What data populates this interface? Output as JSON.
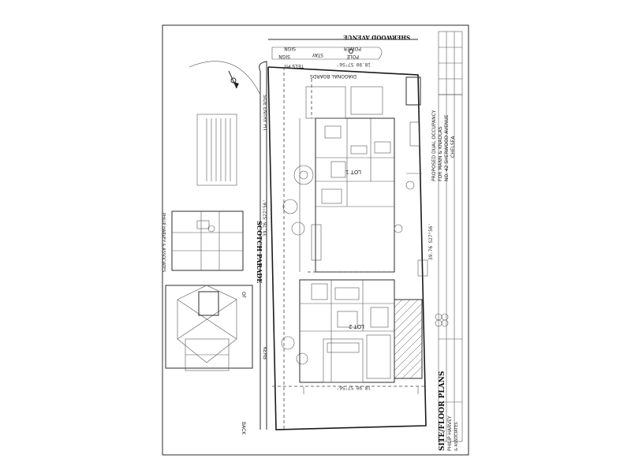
{
  "street_top": "SHERWOOD AVENUE",
  "street_left": "SCOTCH PARADE",
  "left_labels": {
    "kerb": "KERB",
    "of": "OF",
    "back": "BACK",
    "side_entry_pit": "SIDE ENTRY PIT"
  },
  "top_items": {
    "sign_1": "SIGN",
    "sign_2": "SIGN",
    "stay": "STAY",
    "power_pole": "POWER",
    "pole": "POLE",
    "telstra_pit": "TELS PIT",
    "diagonal_boards": "DIAGONAL BOARDS"
  },
  "dimensions": {
    "top": "18.90  S7°56'",
    "side": "39.76  S27°56'",
    "right_side": "39.76  S27°56'",
    "bottom": "18.90  S7°56'"
  },
  "lot_labels": {
    "lot_1": "LOT 1",
    "lot_2": "LOT 2"
  },
  "title_block": {
    "sheet_title": "SITE/FLOOR PLANS",
    "designer": "PHILIP HARVEY",
    "firm_line": "& ASSOCIATES",
    "project_line_1": "PROPOSED DUAL OCCUPANCY",
    "project_line_2": "FOR  MANN & KNADLAS",
    "project_line_3": "NO. 42 SHERWOOD AVENUE",
    "project_line_4": "CHELSEA"
  },
  "elevation_stamp": "PHILIP HARVEY & ASSOCIATES",
  "colors": {
    "ink": "#2b2b2b",
    "paper": "#ffffff"
  }
}
